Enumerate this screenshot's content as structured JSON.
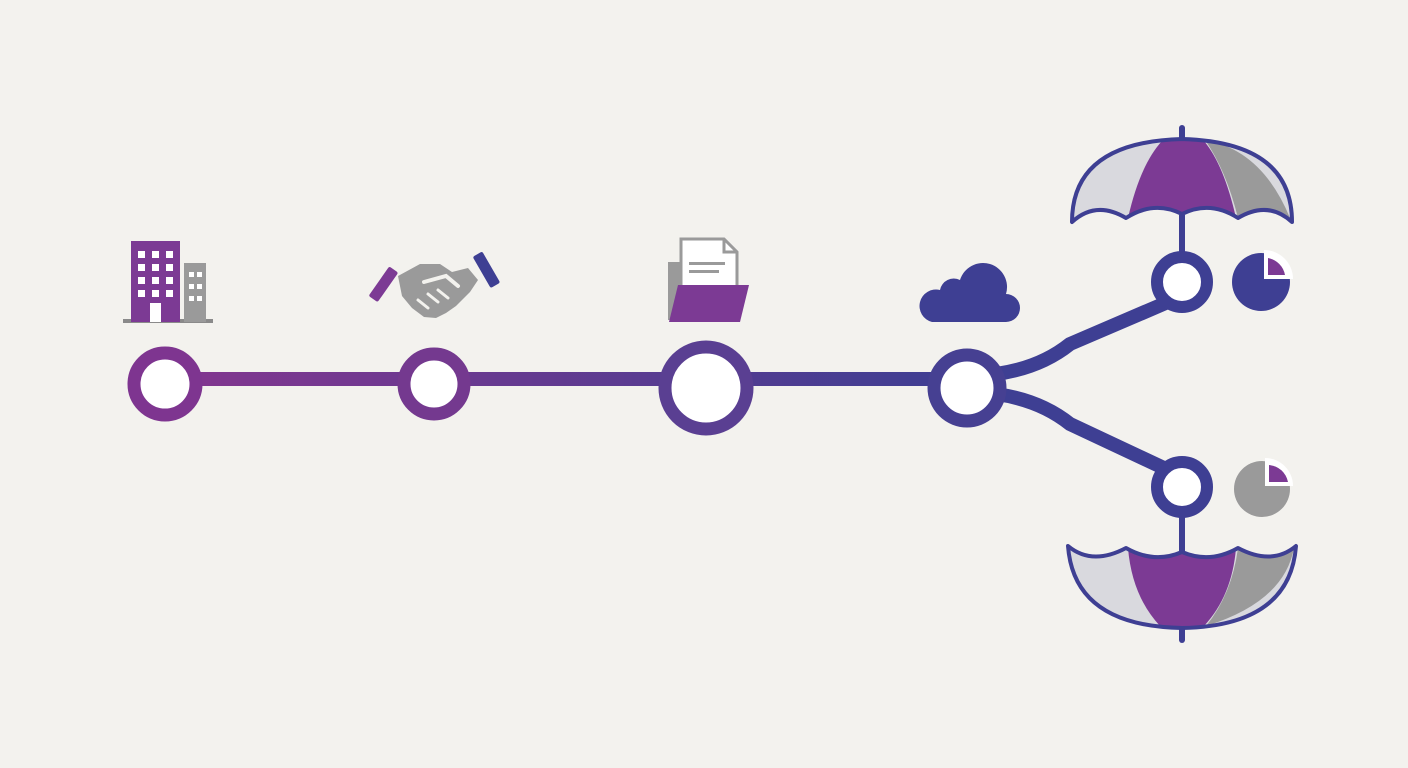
{
  "colors": {
    "background": "#f3f2ee",
    "purple": "#7c3a94",
    "indigo": "#3e3f93",
    "gray": "#9a9a9a",
    "light_gray": "#d9d9de",
    "white": "#ffffff"
  },
  "timeline": {
    "milestones": [
      {
        "name": "milestone-1",
        "icon": "office-building-icon"
      },
      {
        "name": "milestone-2",
        "icon": "handshake-icon"
      },
      {
        "name": "milestone-3",
        "icon": "folder-document-icon"
      },
      {
        "name": "milestone-4",
        "icon": "cloud-icon"
      }
    ],
    "branches": [
      {
        "name": "branch-upper",
        "icons": [
          "umbrella-icon",
          "pie-chart-icon"
        ]
      },
      {
        "name": "branch-lower",
        "icons": [
          "inverted-umbrella-icon",
          "pie-chart-icon"
        ]
      }
    ]
  }
}
